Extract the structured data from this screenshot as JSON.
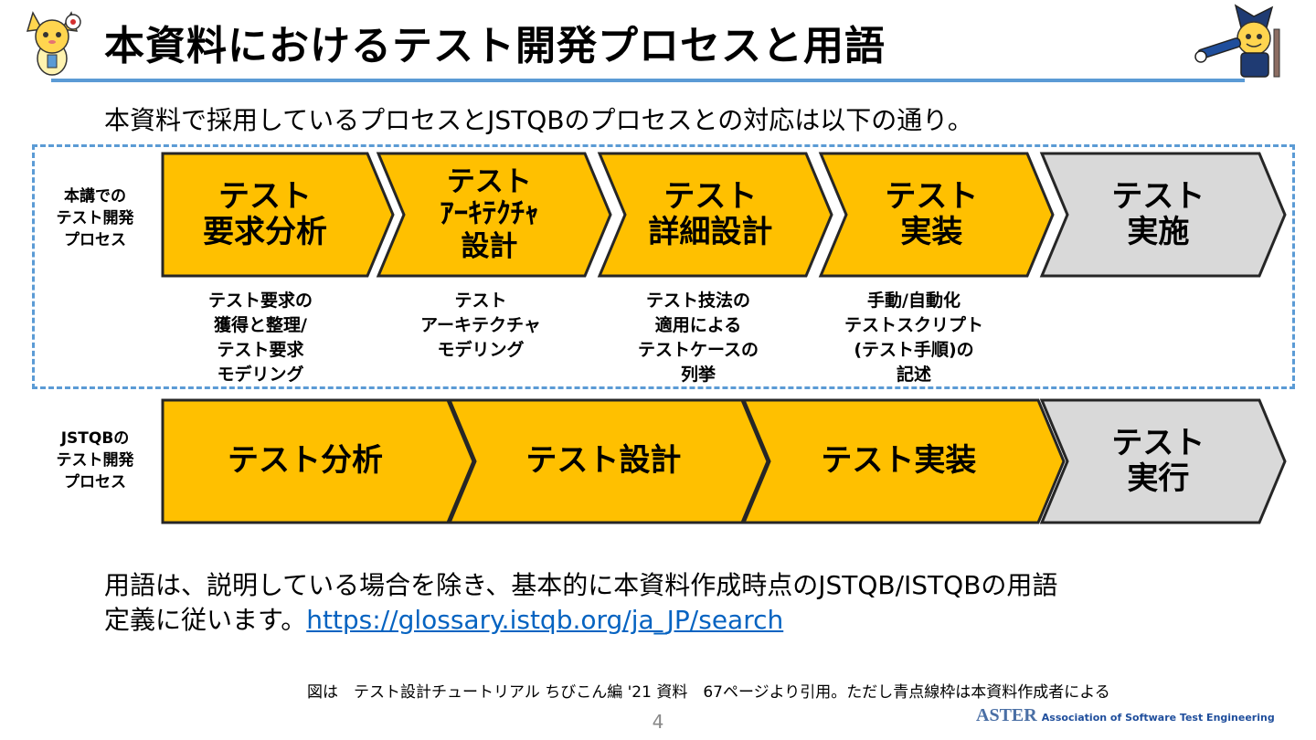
{
  "title": "本資料におけるテスト開発プロセスと用語",
  "subtitle": "本資料で採用しているプロセスとJSTQBのプロセスとの対応は以下の通り。",
  "course_row": {
    "label": "本講での\nテスト開発\nプロセス",
    "stages": [
      {
        "text": "テスト\n要求分析",
        "color": "#ffc000"
      },
      {
        "text": "テスト\nｱｰｷﾃｸﾁｬ\n設計",
        "color": "#ffc000"
      },
      {
        "text": "テスト\n詳細設計",
        "color": "#ffc000"
      },
      {
        "text": "テスト\n実装",
        "color": "#ffc000"
      },
      {
        "text": "テスト\n実施",
        "color": "#d9d9d9"
      }
    ],
    "descriptions": [
      "テスト要求の\n獲得と整理/\nテスト要求\nモデリング",
      "テスト\nアーキテクチャ\nモデリング",
      "テスト技法の\n適用による\nテストケースの\n列挙",
      "手動/自動化\nテストスクリプト\n(テスト手順)の\n記述"
    ]
  },
  "jstqb_row": {
    "label": "JSTQBの\nテスト開発\nプロセス",
    "stages": [
      {
        "text": "テスト分析",
        "color": "#ffc000"
      },
      {
        "text": "テスト設計",
        "color": "#ffc000"
      },
      {
        "text": "テスト実装",
        "color": "#ffc000"
      },
      {
        "text": "テスト\n実行",
        "color": "#d9d9d9"
      }
    ]
  },
  "note": {
    "text": "用語は、説明している場合を除き、基本的に本資料作成時点のJSTQB/ISTQBの用語\n定義に従います。",
    "link": "https://glossary.istqb.org/ja_JP/search"
  },
  "credit": "図は　テスト設計チュートリアル ちびこん編 '21 資料　67ページより引用。ただし青点線枠は本資料作成者による",
  "page_number": "4",
  "footer_logo": {
    "main": "ASTER",
    "sub": "Association of Software Test Engineering"
  },
  "colors": {
    "accent": "#5b9bd5",
    "stage_active": "#ffc000",
    "stage_inactive": "#d9d9d9",
    "link": "#0563c1"
  }
}
